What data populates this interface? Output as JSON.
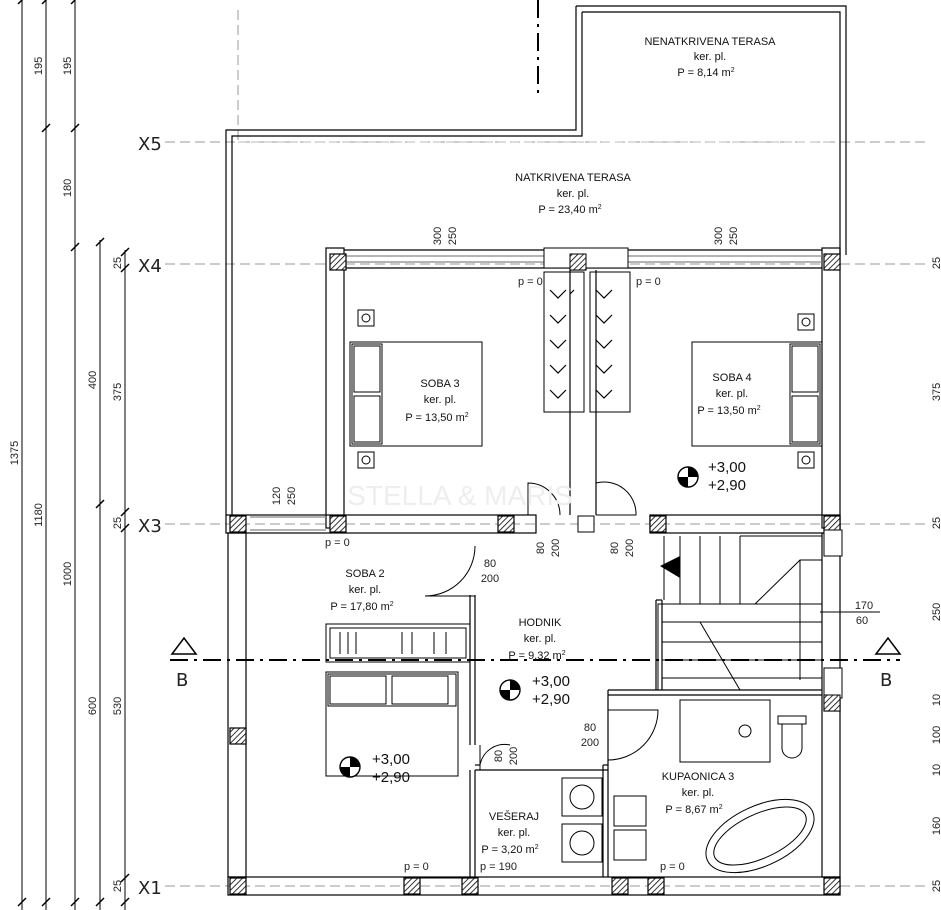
{
  "axes": {
    "x5": "X5",
    "x4": "X4",
    "x3": "X3",
    "x1": "X1"
  },
  "section": {
    "left": "B",
    "right": "B"
  },
  "rooms": {
    "nenatkrivena": {
      "name": "NENATKRIVENA TERASA",
      "floor": "ker. pl.",
      "area": "P = 8,14 m",
      "sup": "2"
    },
    "natkrivena": {
      "name": "NATKRIVENA TERASA",
      "floor": "ker. pl.",
      "area": "P = 23,40 m",
      "sup": "2"
    },
    "soba3": {
      "name": "SOBA 3",
      "floor": "ker. pl.",
      "area": "P = 13,50 m",
      "sup": "2"
    },
    "soba4": {
      "name": "SOBA 4",
      "floor": "ker. pl.",
      "area": "P = 13,50 m",
      "sup": "2"
    },
    "soba2": {
      "name": "SOBA 2",
      "floor": "ker. pl.",
      "area": "P = 17,80 m",
      "sup": "2"
    },
    "hodnik": {
      "name": "HODNIK",
      "floor": "ker. pl.",
      "area": "P = 9,32 m",
      "sup": "2"
    },
    "veseraj": {
      "name": "VEŠERAJ",
      "floor": "ker. pl.",
      "area": "P = 3,20 m",
      "sup": "2"
    },
    "kupaonica": {
      "name": "KUPAONICA 3",
      "floor": "ker. pl.",
      "area": "P = 8,67 m",
      "sup": "2"
    }
  },
  "elevations": {
    "top": "+3,00",
    "bottom": "+2,90"
  },
  "left_dims": [
    "195",
    "195",
    "180",
    "1375",
    "1180",
    "1000",
    "400",
    "375",
    "600",
    "530",
    "25",
    "25",
    "25"
  ],
  "right_dims": [
    "25",
    "375",
    "25",
    "250",
    "10",
    "100",
    "10",
    "160",
    "25"
  ],
  "openings": {
    "w300": "300",
    "w250": "250",
    "w120": "120",
    "w250b": "250",
    "d80": "80",
    "d200": "200",
    "s170": "170",
    "s60": "60",
    "p0": "p = 0",
    "p190": "p = 190"
  },
  "watermark": "STELLA & MARIS"
}
